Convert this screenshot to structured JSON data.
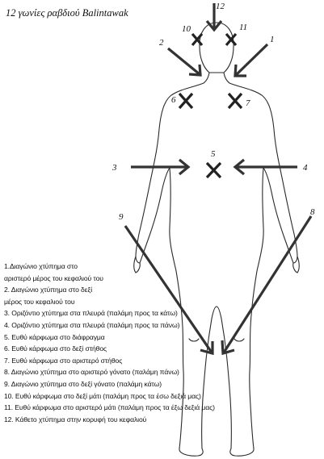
{
  "title": "12 γωνίες ραβδιού Balintawak",
  "point_labels": [
    "1",
    "2",
    "3",
    "4",
    "5",
    "6",
    "7",
    "8",
    "9",
    "10",
    "11",
    "12"
  ],
  "legend": [
    "1.Διαγώνιο χτύπημα στο",
    "αριστερό μέρος του κεφαλιού του",
    "2. Διαγώνιο χτύπημα στο δεξί",
    "μέρος του κεφαλιού του",
    "3. Οριζόντιο χτύπημα στα πλευρά (παλάμη προς τα κάτω)",
    "4. Οριζόντιο χτύπημα στα πλευρά (παλάμη προς τα πάνω)",
    "5. Ευθύ κάρφωμα στο διάφραγμα",
    "6. Ευθύ κάρφωμα στο δεξί στήθος",
    "7. Ευθύ κάρφωμα στο αριστερό στήθος",
    "8. Διαγώνιο χτύπημα στο αριστερό γόνατο (παλάμη πάνω)",
    "9. Διαγώνιο χτύπημα στο δεξί γόνατο (παλάμη κάτω)",
    "10. Ευθύ κάρφωμα στο δεξί μάτι (παλάμη προς τα έσω δεξιά μας)",
    "11. Ευθύ κάρφωμα στο αριστερό μάτι (παλάμη προς τα έξω δεξιά μας)",
    "12. Κάθετο χτύπημα στην κορυφή του κεφαλιού"
  ]
}
